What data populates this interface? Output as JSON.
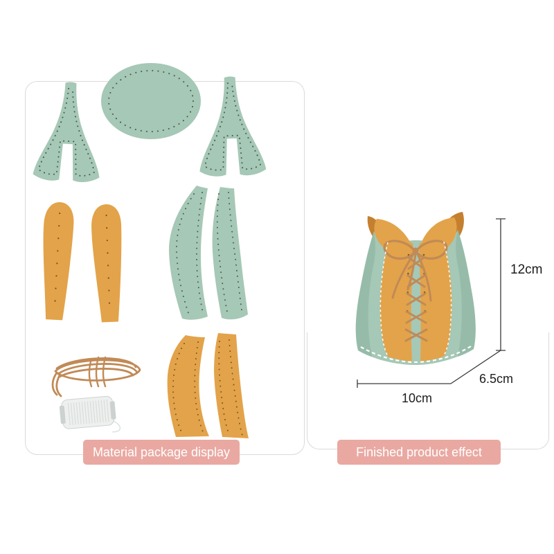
{
  "labels": {
    "material_package": "Material package display",
    "finished_product": "Finished product effect"
  },
  "dimensions": {
    "height": "12cm",
    "depth": "6.5cm",
    "width": "10cm"
  },
  "colors": {
    "mint": "#a6c8b6",
    "mint_shade": "#7fa995",
    "orange": "#e3a34a",
    "orange_dark": "#c5802f",
    "cord": "#c18a56",
    "stitch_hole_mint": "#49594f",
    "stitch_hole_orange": "#7b5222",
    "lace_eyelet": "#7a5a2f",
    "stitch_white": "#ffffff",
    "thread_body": "#eef0ee",
    "thread_edge": "#ccd2d0",
    "thread_line": "#d9dddb",
    "dimension_line": "#3a3a3a",
    "label_bg": "#e9a9a2"
  }
}
